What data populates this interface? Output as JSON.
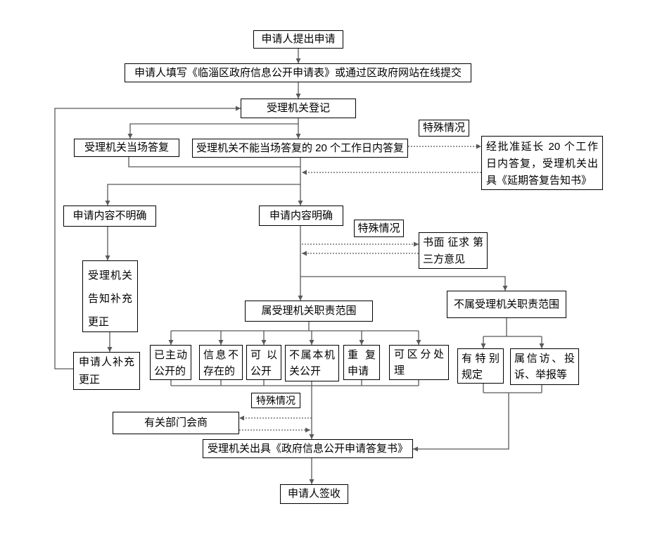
{
  "diagram_type": "flowchart",
  "nodes": {
    "start": "申请人提出申请",
    "fill_form": "申请人填写《临淄区政府信息公开申请表》或通过区政府网站在线提交",
    "register": "受理机关登记",
    "onspot_reply": "受理机关当场答复",
    "within_20_days": "受理机关不能当场答复的 20 个工作日内答复",
    "special_case_top": "特殊情况",
    "extended_reply": "经批准延长 20 个工作日内答复，受理机关出具《延期答复告知书》",
    "content_unclear": "申请内容不明确",
    "content_clear": "申请内容明确",
    "special_case_mid": "特殊情况",
    "third_party": "书面 征求 第三方意见",
    "notify_supplement": "受理机关告知补充更正",
    "applicant_supplement": "申请人补充更正",
    "in_scope": "属受理机关职责范围",
    "out_of_scope": "不属受理机关职责范围",
    "already_public": "已主动公开的",
    "info_not_exist": "信息不存在的",
    "can_public": "可以公开",
    "not_this_organ": "不属本机关公开",
    "repeat_apply": "重复申请",
    "separable": "可区分处理",
    "special_rules": "有特别规定",
    "petition": "属信访、投诉、举报等",
    "special_case_bottom": "特殊情况",
    "consult": "有关部门会商",
    "reply_doc": "受理机关出具《政府信息公开申请答复书》",
    "sign": "申请人签收"
  },
  "colors": {
    "box_border": "#000000",
    "connector": "#595959",
    "text": "#000000",
    "background": "#ffffff"
  }
}
